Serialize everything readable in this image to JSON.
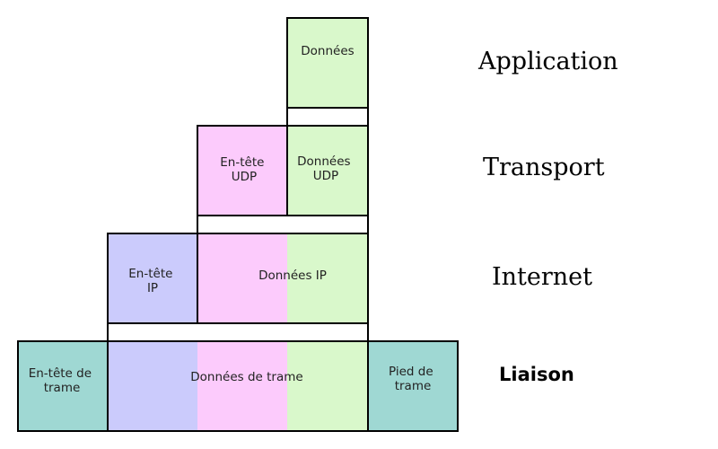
{
  "colors": {
    "data": "#d9f8cb",
    "udp_header": "#fccbfc",
    "ip_header": "#cbcbfc",
    "frame": "#9fd8d3",
    "border": "#000000"
  },
  "boxes": {
    "app_data": [
      "Données"
    ],
    "udp_header": [
      "En-tête",
      "UDP"
    ],
    "udp_data": [
      "Données",
      "UDP"
    ],
    "ip_header": [
      "En-tête",
      "IP"
    ],
    "ip_data": [
      "Données IP"
    ],
    "frame_header": [
      "En-tête de",
      "trame"
    ],
    "frame_data": [
      "Données de trame"
    ],
    "frame_footer": [
      "Pied de",
      "trame"
    ]
  },
  "layers": {
    "application": "Application",
    "transport": "Transport",
    "internet": "Internet",
    "link": "Liaison"
  }
}
